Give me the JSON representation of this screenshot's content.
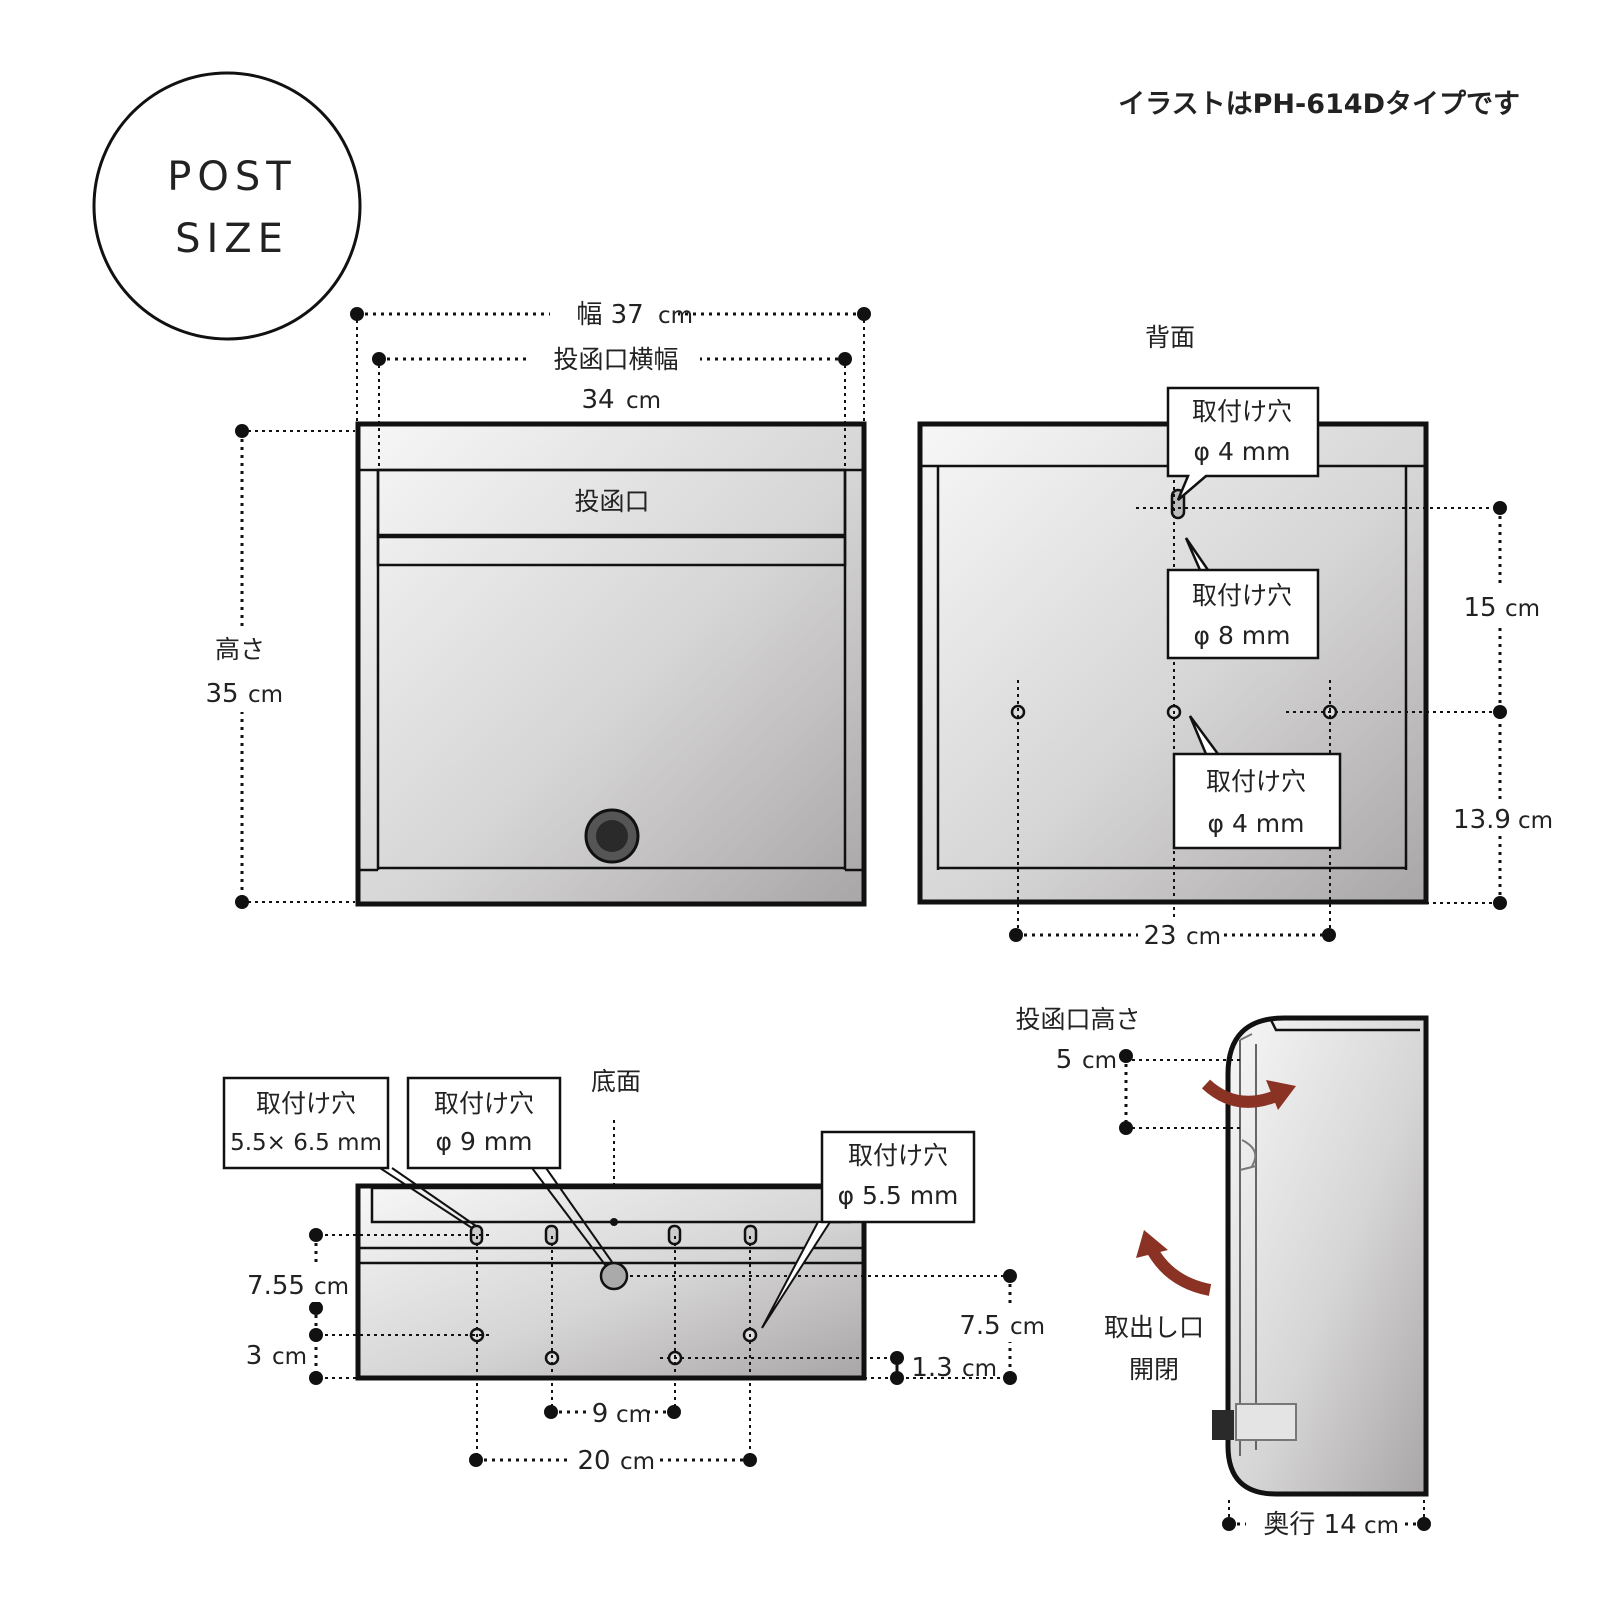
{
  "badge": {
    "line1": "POST",
    "line2": "SIZE"
  },
  "note": "イラストはPH-614Dタイプです",
  "front": {
    "width_label": "幅 37",
    "width_unit": "cm",
    "slot_width_label": "投函口横幅",
    "slot_width_value": "34",
    "slot_width_unit": "cm",
    "height_label": "高さ",
    "height_value": "35",
    "height_unit": "cm",
    "slot_label": "投函口"
  },
  "back": {
    "title": "背面",
    "hole_top": {
      "line1": "取付け穴",
      "line2": "φ 4 mm"
    },
    "hole_mid": {
      "line1": "取付け穴",
      "line2": "φ 8 mm"
    },
    "hole_low": {
      "line1": "取付け穴",
      "line2": "φ 4 mm"
    },
    "dim_upper": "15",
    "dim_lower": "13.9",
    "dim_width": "23",
    "unit": "cm"
  },
  "bottom": {
    "title": "底面",
    "hole_a": {
      "line1": "取付け穴",
      "line2": "5.5× 6.5 mm"
    },
    "hole_b": {
      "line1": "取付け穴",
      "line2": "φ 9 mm"
    },
    "hole_c": {
      "line1": "取付け穴",
      "line2": "φ 5.5 mm"
    },
    "dim_755": "7.55",
    "dim_3": "3",
    "dim_9": "9",
    "dim_20": "20",
    "dim_75": "7.5",
    "dim_13": "1.3",
    "unit": "cm"
  },
  "side": {
    "slot_height_label": "投函口高さ",
    "slot_height_value": "5",
    "unit": "cm",
    "outlet_line1": "取出し口",
    "outlet_line2": "開閉",
    "depth_label": "奥行 14",
    "depth_unit": "cm"
  },
  "colors": {
    "arrow": "#8a3324",
    "line": "#111111"
  }
}
